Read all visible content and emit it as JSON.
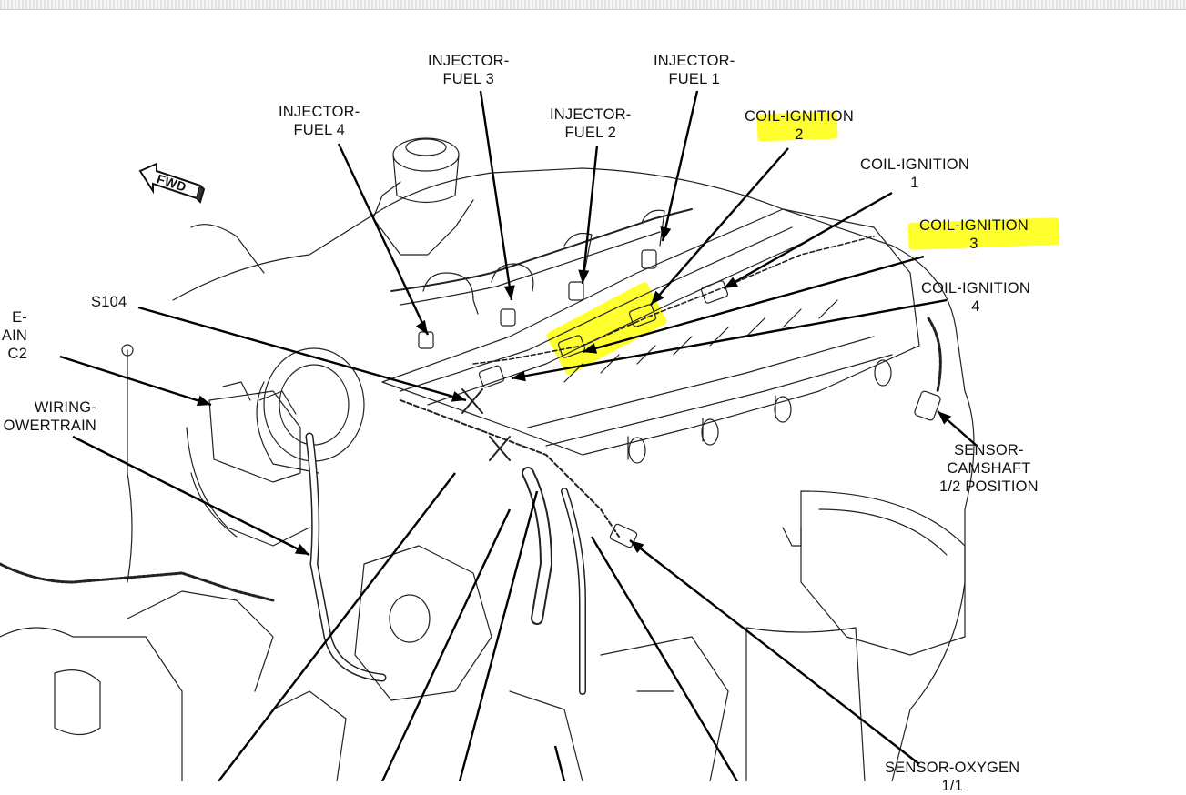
{
  "labels": {
    "injector_fuel_3": [
      "INJECTOR-",
      "FUEL 3"
    ],
    "injector_fuel_1": [
      "INJECTOR-",
      "FUEL 1"
    ],
    "injector_fuel_4": [
      "INJECTOR-",
      "FUEL 4"
    ],
    "injector_fuel_2": [
      "INJECTOR-",
      "FUEL 2"
    ],
    "coil_ignition_2": [
      "COIL-IGNITION",
      "2"
    ],
    "coil_ignition_1": [
      "COIL-IGNITION",
      "1"
    ],
    "coil_ignition_3": [
      "COIL-IGNITION",
      "3"
    ],
    "coil_ignition_4": [
      "COIL-IGNITION",
      "4"
    ],
    "s104": "S104",
    "partial_c2": [
      "E-",
      "AIN",
      "C2"
    ],
    "partial_wiring": [
      "WIRING-",
      "OWERTRAIN"
    ],
    "sensor_camshaft": [
      "SENSOR-",
      "CAMSHAFT",
      "1/2 POSITION"
    ],
    "sensor_oxygen": [
      "SENSOR-OXYGEN",
      "1/1"
    ],
    "fwd": "FWD"
  },
  "colors": {
    "highlight": "#ffff00",
    "line": "#111111",
    "background": "#ffffff"
  }
}
